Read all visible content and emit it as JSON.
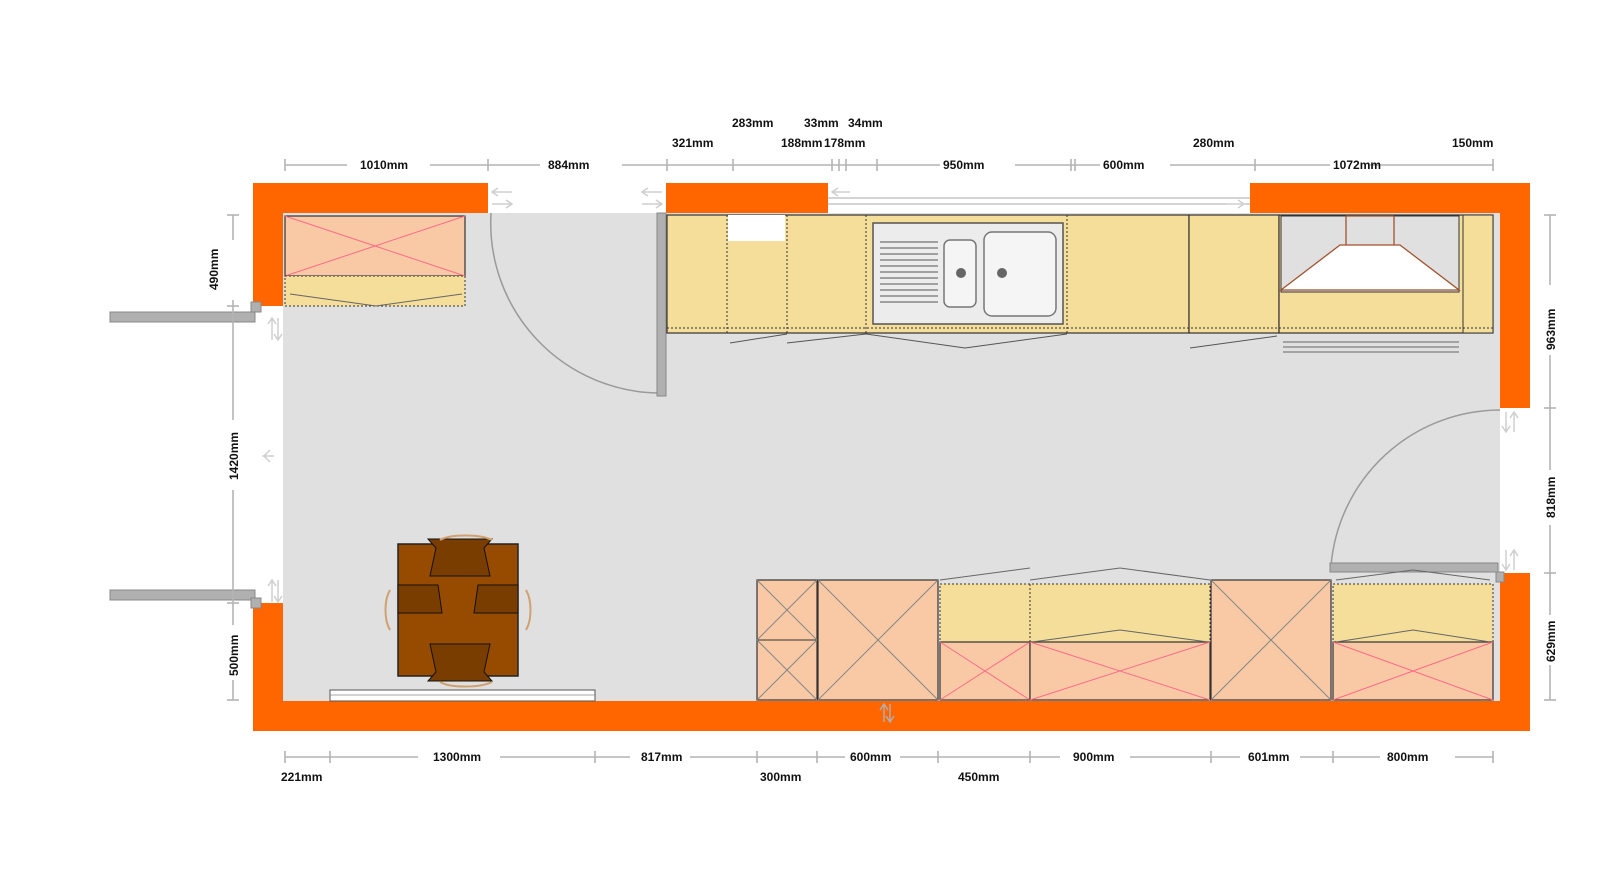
{
  "plan": {
    "colors": {
      "wall": "#ff6600",
      "floor": "#e0e0e0",
      "base_cabinet": "#f5dd9a",
      "tall_cabinet": "#f8c9a4",
      "table": "#964b00",
      "cross_line": "#ff6b8a",
      "door_panel": "#b0b0b0"
    },
    "dimensions": {
      "top_row1": [
        "283mm",
        "33mm",
        "34mm"
      ],
      "top_row2": [
        "321mm",
        "188mm",
        "178mm",
        "280mm",
        "150mm"
      ],
      "top_row3": [
        "1010mm",
        "884mm",
        "950mm",
        "600mm",
        "1072mm"
      ],
      "left": [
        "490mm",
        "1420mm",
        "500mm"
      ],
      "right": [
        "963mm",
        "818mm",
        "629mm"
      ],
      "bottom_row1": [
        "1300mm",
        "817mm",
        "600mm",
        "900mm",
        "601mm",
        "800mm"
      ],
      "bottom_row2": [
        "221mm",
        "300mm",
        "450mm"
      ]
    }
  }
}
